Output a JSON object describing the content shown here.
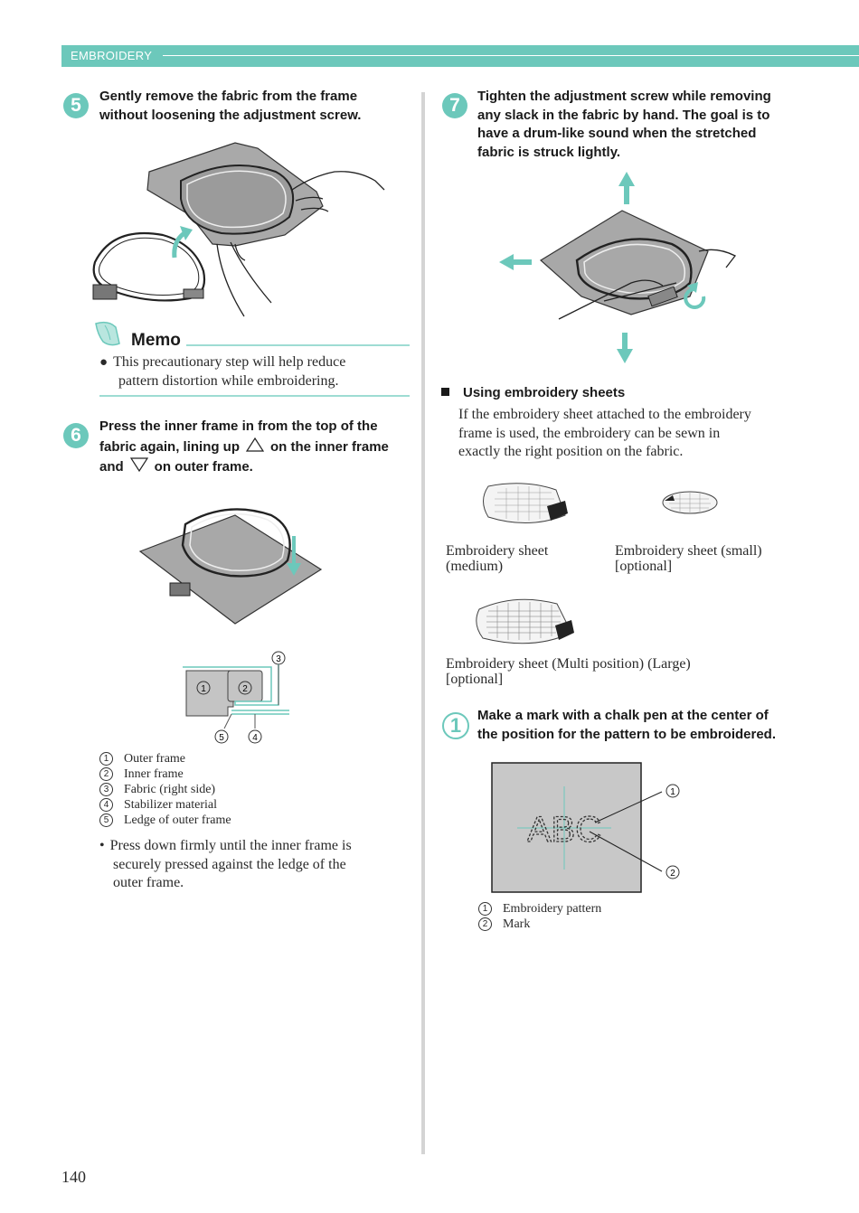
{
  "header": {
    "section": "EMBROIDERY"
  },
  "step5": {
    "badge": "5",
    "text_line1": "Gently remove the fabric from the frame",
    "text_line2": "without loosening the adjustment screw."
  },
  "memo": {
    "title": "Memo",
    "bullet_line1": "This precautionary step will help reduce",
    "bullet_line2": "pattern distortion while embroidering."
  },
  "step6": {
    "badge": "6",
    "line1": "Press the inner frame in from the top of the",
    "line2a": "fabric again, lining up",
    "line2b": "on the inner frame",
    "line3a": "and",
    "line3b": "on outer frame."
  },
  "diagram6": {
    "labels": [
      "1",
      "2",
      "3",
      "4",
      "5"
    ]
  },
  "legend6": [
    {
      "num": "1",
      "text": "Outer frame"
    },
    {
      "num": "2",
      "text": "Inner frame"
    },
    {
      "num": "3",
      "text": "Fabric (right side)"
    },
    {
      "num": "4",
      "text": "Stabilizer material"
    },
    {
      "num": "5",
      "text": "Ledge of outer frame"
    }
  ],
  "note6": {
    "line1": "Press down firmly until the inner frame is",
    "line2": "securely pressed against the ledge of the",
    "line3": "outer frame."
  },
  "step7": {
    "badge": "7",
    "line1": "Tighten the adjustment screw while removing",
    "line2": "any slack in the fabric by hand. The goal is to",
    "line3": "have a drum-like sound when the stretched",
    "line4": "fabric is struck lightly."
  },
  "sheets": {
    "heading": "Using embroidery sheets",
    "desc_line1": "If the embroidery sheet attached to the embroidery",
    "desc_line2": "frame is used, the embroidery can be sewn in",
    "desc_line3": "exactly the right position on the fabric.",
    "medium_l1": "Embroidery sheet",
    "medium_l2": "(medium)",
    "small_l1": "Embroidery sheet (small)",
    "small_l2": "[optional]",
    "large_l1": "Embroidery sheet (Multi position) (Large)",
    "large_l2": "[optional]"
  },
  "step1": {
    "badge": "1",
    "line1": "Make a mark with a chalk pen at the center of",
    "line2": "the position for the pattern to be embroidered."
  },
  "diagram1": {
    "pattern_text": "ABC",
    "labels": [
      "1",
      "2"
    ]
  },
  "legend1": [
    {
      "num": "1",
      "text": "Embroidery pattern"
    },
    {
      "num": "2",
      "text": "Mark"
    }
  ],
  "footer": {
    "page_number": "140"
  },
  "colors": {
    "accent": "#6cc8bb",
    "fabric": "#a8a8a8",
    "divider": "#d4d4d4"
  }
}
